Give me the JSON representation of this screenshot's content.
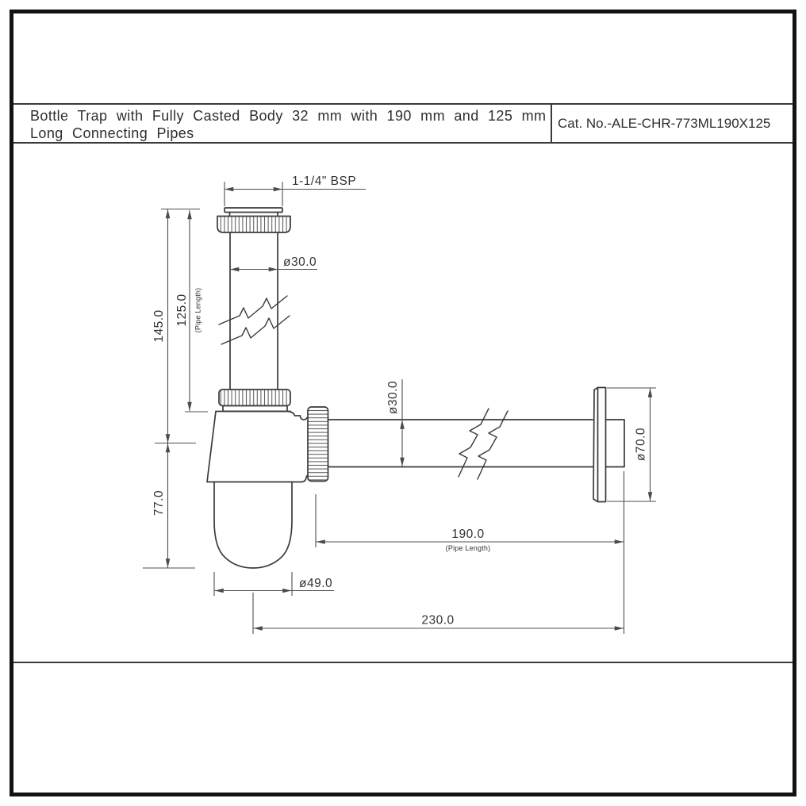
{
  "title_block": {
    "description_line1": "Bottle Trap with Fully Casted Body 32 mm with 190 mm and 125 mm",
    "description_line2": "Long Connecting Pipes",
    "catalog_number": "Cat. No.-ALE-CHR-773ML190X125"
  },
  "dimensions": {
    "thread": "1-1/4\" BSP",
    "inlet_pipe_diameter": "ø30.0",
    "overall_height": "145.0",
    "inlet_pipe_length": "125.0",
    "inlet_pipe_note": "(Pipe Length)",
    "trap_depth": "77.0",
    "cup_diameter": "ø49.0",
    "outlet_pipe_diameter": "ø30.0",
    "flange_diameter": "ø70.0",
    "outlet_pipe_length": "190.0",
    "outlet_pipe_note": "(Pipe Length)",
    "overall_length": "230.0"
  },
  "colors": {
    "object_line": "#3a3a3a",
    "dimension_line": "#4f4f4f",
    "text": "#333333",
    "border": "#121212",
    "background": "#ffffff"
  }
}
